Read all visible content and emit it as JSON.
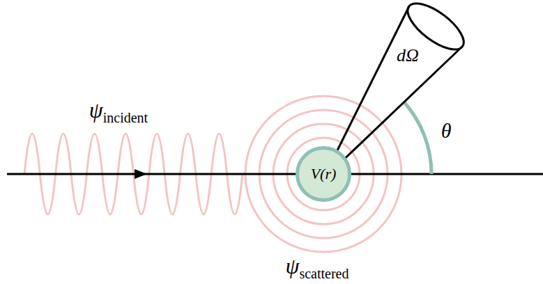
{
  "diagram": {
    "nodes": [
      {
        "text": [
          "V(r)"
        ]
      },
      {
        "text": [
          "dΩ"
        ]
      }
    ],
    "labels": [
      "ψincident",
      "θ",
      "ψscattered"
    ]
  }
}
